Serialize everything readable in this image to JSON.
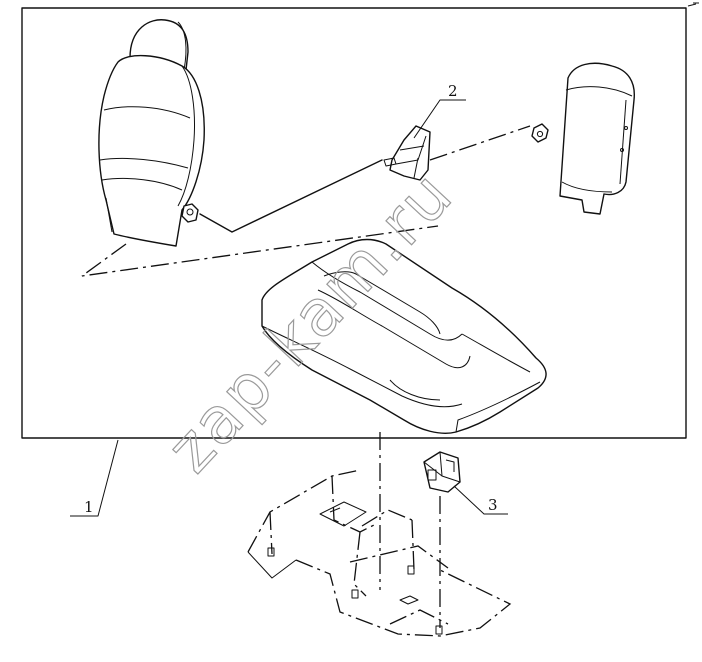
{
  "callouts": [
    {
      "id": "1",
      "text": "1"
    },
    {
      "id": "2",
      "text": "2"
    },
    {
      "id": "3",
      "text": "3"
    }
  ],
  "watermark": "zap-kam.ru"
}
